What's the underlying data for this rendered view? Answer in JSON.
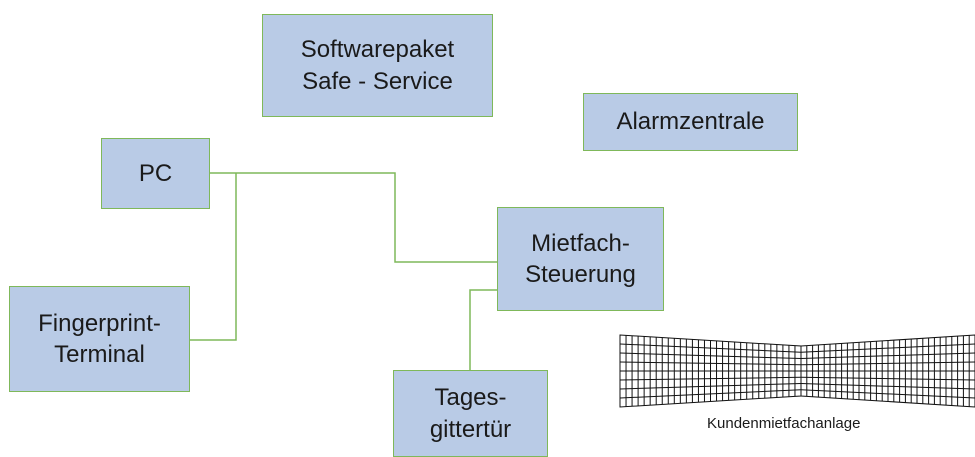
{
  "diagram": {
    "nodes": {
      "software": {
        "lines": [
          "Softwarepaket",
          "Safe - Service"
        ]
      },
      "alarm": {
        "lines": [
          "Alarmzentrale"
        ]
      },
      "pc": {
        "lines": [
          "PC"
        ]
      },
      "mietfach": {
        "lines": [
          "Mietfach-",
          "Steuerung"
        ]
      },
      "fingerprint": {
        "lines": [
          "Fingerprint-",
          "Terminal"
        ]
      },
      "tagesgitter": {
        "lines": [
          "Tages-",
          "gittertür"
        ]
      }
    },
    "caption": "Kundenmietfachanlage"
  },
  "colors": {
    "box_fill": "#b9cbe6",
    "box_border": "#7fb85a",
    "connector": "#7fb85a",
    "grid_lines": "#111111"
  }
}
